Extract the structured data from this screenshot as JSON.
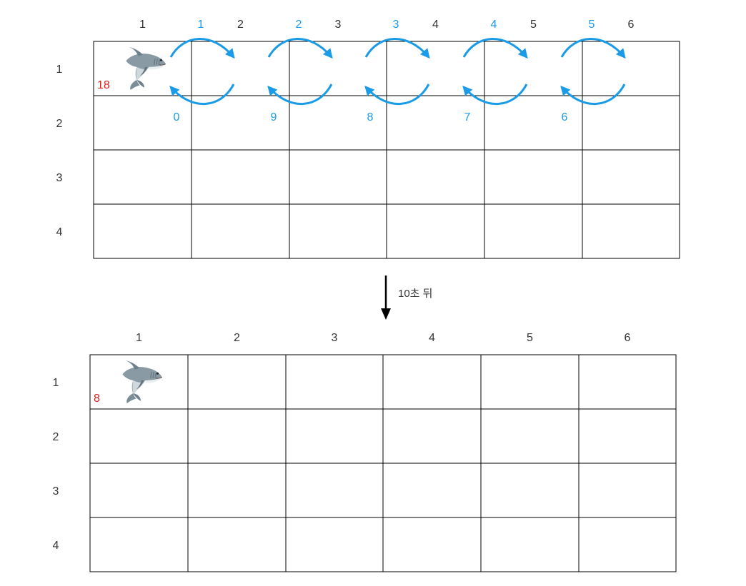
{
  "colors": {
    "grid_line": "#000000",
    "text": "#333333",
    "arrow_blue": "#1a9be8",
    "speed_red": "#e0201c",
    "shark_body": "#8a9aa4"
  },
  "top_grid": {
    "col_labels": [
      "1",
      "2",
      "3",
      "4",
      "5",
      "6"
    ],
    "row_labels": [
      "1",
      "2",
      "3",
      "4"
    ],
    "step_labels_top": [
      "1",
      "2",
      "3",
      "4",
      "5"
    ],
    "step_labels_bottom": [
      "0",
      "9",
      "8",
      "7",
      "6"
    ],
    "shark": {
      "icon": "shark-icon",
      "speed": "18",
      "row": 1,
      "col": 1
    }
  },
  "transition": {
    "label": "10초 뒤",
    "icon": "down-arrow-icon"
  },
  "bottom_grid": {
    "col_labels": [
      "1",
      "2",
      "3",
      "4",
      "5",
      "6"
    ],
    "row_labels": [
      "1",
      "2",
      "3",
      "4"
    ],
    "shark": {
      "icon": "shark-icon",
      "speed": "8",
      "row": 1,
      "col": 1
    }
  }
}
